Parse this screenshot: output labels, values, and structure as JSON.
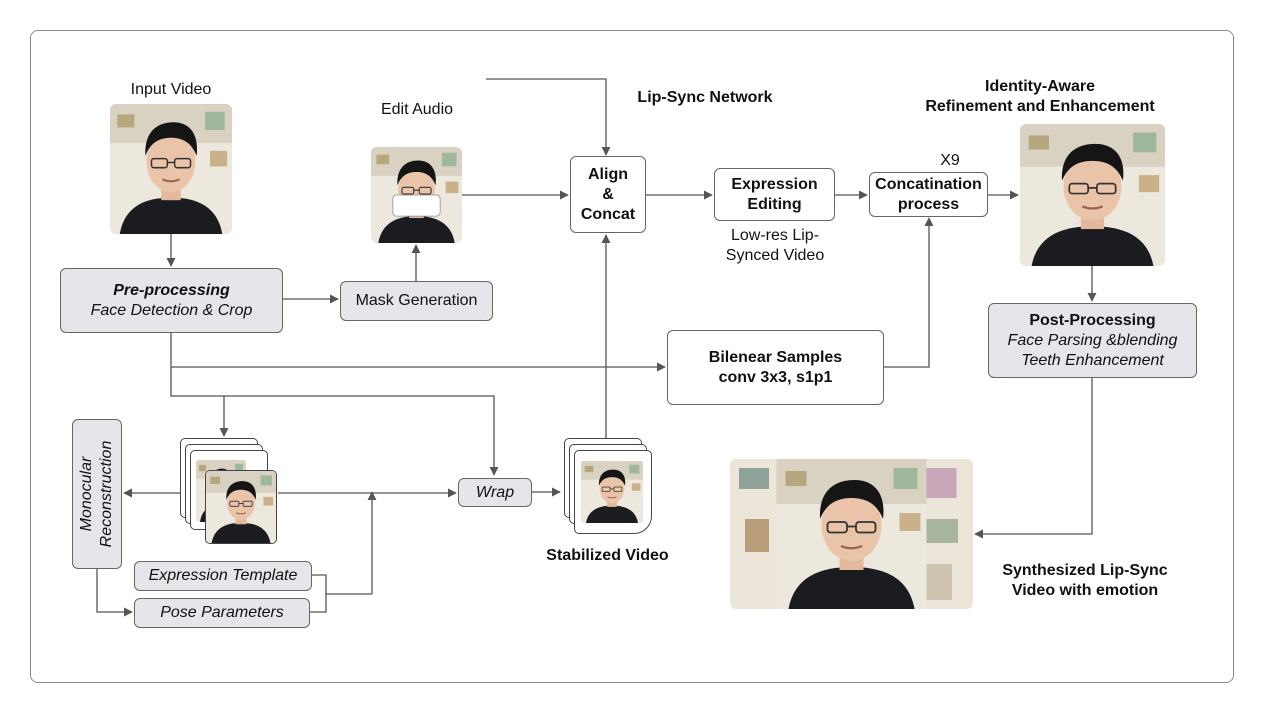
{
  "labels": {
    "input_video": "Input Video",
    "edit_audio": "Edit Audio",
    "lip_sync_network": "Lip-Sync Network",
    "identity_title_1": "Identity-Aware",
    "identity_title_2": "Refinement and Enhancement",
    "x9": "X9",
    "low_res_1": "Low-res Lip-",
    "low_res_2": "Synced Video",
    "stabilized_video": "Stabilized Video",
    "synth_1": "Synthesized Lip-Sync",
    "synth_2": "Video with emotion"
  },
  "boxes": {
    "preprocessing_title": "Pre-processing",
    "preprocessing_sub": "Face Detection & Crop",
    "mask_generation": "Mask Generation",
    "align_1": "Align",
    "align_2": "&",
    "align_3": "Concat",
    "expression_1": "Expression",
    "expression_2": "Editing",
    "concat_1": "Concatination",
    "concat_2": "process",
    "bilinear_1": "Bilenear Samples",
    "bilinear_2": "conv 3x3, s1p1",
    "post_title": "Post-Processing",
    "post_1": "Face Parsing &blending",
    "post_2": "Teeth Enhancement",
    "monocular_1": "Monocular",
    "monocular_2": "Reconstruction",
    "expression_template": "Expression Template",
    "pose_parameters": "Pose Parameters",
    "wrap": "Wrap"
  },
  "colors": {
    "box_gray": "#e4e6ea",
    "line": "#555555",
    "hoodie": "#1b1c20",
    "skin": "#e9c4a8",
    "hair": "#151515",
    "wave_purple": "#8a4fd6",
    "wave_blue": "#3fb0e8"
  }
}
